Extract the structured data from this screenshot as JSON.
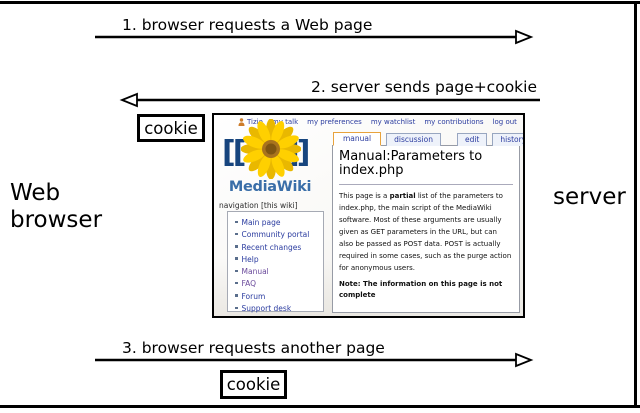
{
  "diagram": {
    "arrows": [
      {
        "label": "1. browser requests a Web page",
        "direction": "right"
      },
      {
        "label": "2. server sends page+cookie",
        "direction": "left"
      },
      {
        "label": "3. browser requests another page",
        "direction": "right"
      }
    ],
    "cookie_top": "cookie",
    "cookie_bottom": "cookie",
    "left_label": "Web\nbrowser",
    "right_label": "server"
  },
  "wiki": {
    "personal_bar": [
      "Tizio",
      "my talk",
      "my preferences",
      "my watchlist",
      "my contributions",
      "log out"
    ],
    "tabs": [
      "manual",
      "discussion",
      "edit",
      "history"
    ],
    "logo": {
      "brand": "MediaWiki",
      "left_bracket": "[[",
      "right_bracket": "]]"
    },
    "sidebar": {
      "header": "navigation [this wiki]",
      "items": [
        "Main page",
        "Community portal",
        "Recent changes",
        "Help",
        "Manual",
        "FAQ",
        "Forum",
        "Support desk"
      ]
    },
    "article": {
      "title": "Manual:Parameters to index.php",
      "body_pre": "This page is a ",
      "body_bold": "partial",
      "body_post": " list of the parameters to index.php, the main script of the MediaWiki software. Most of these arguments are usually given as GET parameters in the URL, but can also be passed as POST data. POST is actually required in some cases, such as the purge action for anonymous users.",
      "note": "Note: The information on this page is not complete"
    }
  },
  "colors": {
    "link_blue": "#2a3b9f",
    "visited_purple": "#6a4a9b",
    "active_tab_border": "#e8a33d",
    "logo_blue": "#17457e",
    "brand_blue": "#3a6ea8",
    "sunflower_yellow": "#ffd000",
    "sunflower_center": "#a8731e"
  }
}
